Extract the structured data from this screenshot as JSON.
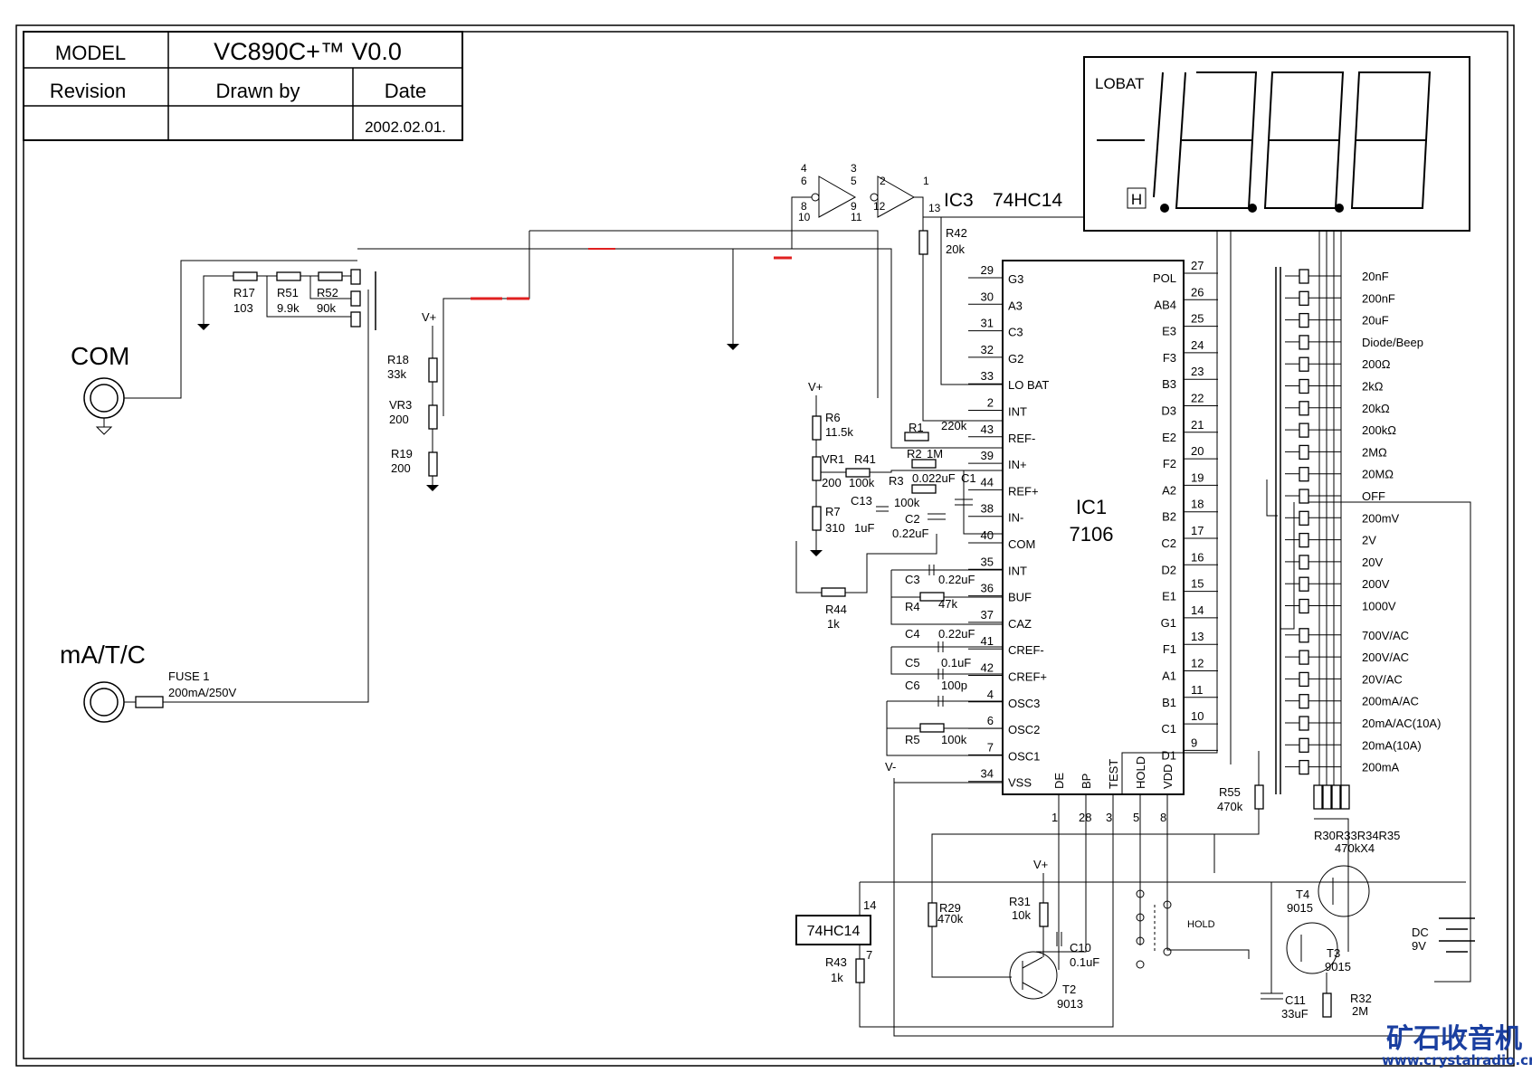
{
  "title_block": {
    "model_label": "MODEL",
    "model_value": "VC890C+™  V0.0",
    "revision_label": "Revision",
    "drawn_by_label": "Drawn by",
    "date_label": "Date",
    "date_value": "2002.02.01."
  },
  "display": {
    "lobat": "LOBAT",
    "hold_symbol": "H"
  },
  "ic3": {
    "ref": "IC3",
    "part": "74HC14",
    "pins": {
      "p4": "4",
      "p6": "6",
      "p8": "8",
      "p10": "10",
      "p3": "3",
      "p5": "5",
      "p9": "9",
      "p11": "11",
      "p2": "2",
      "p12": "12",
      "p1": "1",
      "p13": "13"
    }
  },
  "ic1": {
    "ref": "IC1",
    "part": "7106",
    "left_pins": [
      {
        "num": "29",
        "name": "G3"
      },
      {
        "num": "30",
        "name": "A3"
      },
      {
        "num": "31",
        "name": "C3"
      },
      {
        "num": "32",
        "name": "G2"
      },
      {
        "num": "33",
        "name": "LO BAT"
      },
      {
        "num": "2",
        "name": "INT"
      },
      {
        "num": "43",
        "name": "REF-"
      },
      {
        "num": "39",
        "name": "IN+"
      },
      {
        "num": "44",
        "name": "REF+"
      },
      {
        "num": "38",
        "name": "IN-"
      },
      {
        "num": "40",
        "name": "COM"
      },
      {
        "num": "35",
        "name": "INT"
      },
      {
        "num": "36",
        "name": "BUF"
      },
      {
        "num": "37",
        "name": "CAZ"
      },
      {
        "num": "41",
        "name": "CREF-"
      },
      {
        "num": "42",
        "name": "CREF+"
      },
      {
        "num": "4",
        "name": "OSC3"
      },
      {
        "num": "6",
        "name": "OSC2"
      },
      {
        "num": "7",
        "name": "OSC1"
      },
      {
        "num": "34",
        "name": "VSS"
      }
    ],
    "right_pins": [
      {
        "num": "27",
        "name": "POL"
      },
      {
        "num": "26",
        "name": "AB4"
      },
      {
        "num": "25",
        "name": "E3"
      },
      {
        "num": "24",
        "name": "F3"
      },
      {
        "num": "23",
        "name": "B3"
      },
      {
        "num": "22",
        "name": "D3"
      },
      {
        "num": "21",
        "name": "E2"
      },
      {
        "num": "20",
        "name": "F2"
      },
      {
        "num": "19",
        "name": "A2"
      },
      {
        "num": "18",
        "name": "B2"
      },
      {
        "num": "17",
        "name": "C2"
      },
      {
        "num": "16",
        "name": "D2"
      },
      {
        "num": "15",
        "name": "E1"
      },
      {
        "num": "14",
        "name": "G1"
      },
      {
        "num": "13",
        "name": "F1"
      },
      {
        "num": "12",
        "name": "A1"
      },
      {
        "num": "11",
        "name": "B1"
      },
      {
        "num": "10",
        "name": "C1"
      },
      {
        "num": "9",
        "name": "D1"
      }
    ],
    "bottom_pins": [
      {
        "num": "1",
        "name": "DE"
      },
      {
        "num": "28",
        "name": "BP"
      },
      {
        "num": "3",
        "name": "TEST"
      },
      {
        "num": "5",
        "name": "HOLD"
      },
      {
        "num": "8",
        "name": "VDD"
      }
    ]
  },
  "inputs": {
    "com": "COM",
    "matc": "mA/T/C"
  },
  "fuse": {
    "ref": "FUSE  1",
    "rating": "200mA/250V"
  },
  "parts": {
    "r17": "R17",
    "r17v": "103",
    "r51": "R51",
    "r51v": "9.9k",
    "r52": "R52",
    "r52v": "90k",
    "r18": "R18",
    "r18v": "33k",
    "vr3": "VR3",
    "vr3v": "200",
    "r19": "R19",
    "r19v": "200",
    "r42": "R42",
    "r42v": "20k",
    "r6": "R6",
    "r6v": "11.5k",
    "vr1": "VR1",
    "vr1v": "200",
    "r41": "R41",
    "r41v": "100k",
    "r7": "R7",
    "r7v": "310",
    "c13": "C13",
    "c13v": "1uF",
    "r1": "R1",
    "r1v": "220k",
    "r2": "R2",
    "r2v": "1M",
    "c1v": "0.022uF",
    "c1": "C1",
    "r3": "R3",
    "r3v": "100k",
    "c2": "C2",
    "c2v": "0.22uF",
    "r44": "R44",
    "r44v": "1k",
    "c3": "C3",
    "c3v": "0.22uF",
    "r4": "R4",
    "r4v": "47k",
    "c4": "C4",
    "c4v": "0.22uF",
    "c5": "C5",
    "c5v": "0.1uF",
    "c6": "C6",
    "c6v": "100p",
    "r5": "R5",
    "r5v": "100k",
    "r55": "R55",
    "r55v": "470k",
    "r30": "R30R33R34R35",
    "r30v": "470kX4",
    "r29": "R29",
    "r29v": "470k",
    "r31": "R31",
    "r31v": "10k",
    "c10": "C10",
    "c10v": "0.1uF",
    "t2": "T2",
    "t2v": "9013",
    "hc14": "74HC14",
    "hc14p14": "14",
    "hc14p7": "7",
    "r43": "R43",
    "r43v": "1k",
    "hold": "HOLD",
    "t4": "T4",
    "t4v": "9015",
    "t3": "T3",
    "t3v": "9015",
    "dc": "DC",
    "dcv": "9V",
    "c11": "C11",
    "c11v": "33uF",
    "r32": "R32",
    "r32v": "2M",
    "vplus": "V+",
    "vminus": "V-"
  },
  "ranges": [
    "20nF",
    "200nF",
    "20uF",
    "Diode/Beep",
    "200Ω",
    "2kΩ",
    "20kΩ",
    "200kΩ",
    "2MΩ",
    "20MΩ",
    "OFF",
    "200mV",
    "2V",
    "20V",
    "200V",
    "1000V",
    "700V/AC",
    "200V/AC",
    "20V/AC",
    "200mA/AC",
    "20mA/AC(10A)",
    "20mA(10A)",
    "200mA"
  ],
  "watermark": {
    "name": "矿石收音机",
    "url": "www.crystalradio.cn"
  },
  "colors": {
    "ink": "#000000",
    "marker_red": "#e02020",
    "watermark_blue": "#1a3fa0"
  }
}
